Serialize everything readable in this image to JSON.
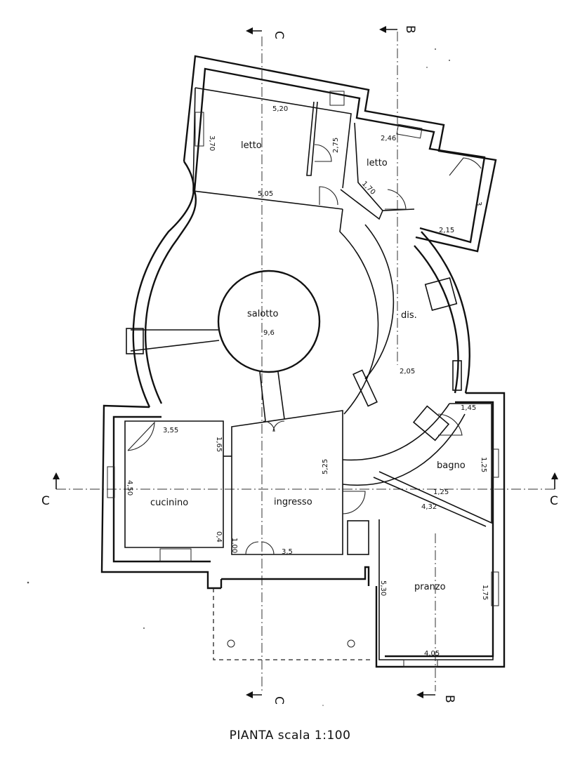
{
  "title": "PIANTA scala 1:100",
  "rooms": {
    "letto1": "letto",
    "letto2": "letto",
    "salotto": "salotto",
    "dis": "dis.",
    "cucinino": "cucinino",
    "ingresso": "ingresso",
    "bagno": "bagno",
    "pranzo": "pranzo"
  },
  "dimensions": {
    "d520": "5,20",
    "d370": "3,70",
    "d275": "2,75",
    "d505": "5,05",
    "d246": "2,46",
    "d170": "1,70",
    "d3": "3",
    "d215": "2,15",
    "d96": "9,6",
    "d205": "2,05",
    "d355": "3,55",
    "d165": "1,65",
    "d450": "4,50",
    "d04": "0,4",
    "d100": "1,00",
    "d35": "3,5",
    "d525": "5,25",
    "d145": "1,45",
    "d425": "1,25",
    "d125": "1,25",
    "d432": "4,32",
    "d530": "5,30",
    "d175": "1,75",
    "d405": "4,05"
  },
  "sections": {
    "c_top": "C",
    "b_top": "B",
    "c_left": "C",
    "c_right": "C",
    "c_bottom": "C",
    "b_bottom": "B"
  }
}
